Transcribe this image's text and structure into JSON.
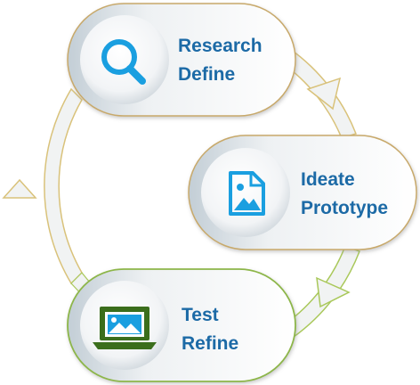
{
  "colors": {
    "label_text": "#1c6aa6",
    "icon_blue": "#1a9fe0",
    "ring_fill": "#f1f3f3",
    "arrow_outline_gold": "#d9c27a",
    "arrow_outline_green": "#a9c85a",
    "pill_border_gold": "#c8a96b",
    "pill_border_green": "#8db64a",
    "laptop_green": "#3b6e1c"
  },
  "steps": [
    {
      "id": "research",
      "icon": "magnifier-icon",
      "line1": "Research",
      "line2": "Define"
    },
    {
      "id": "ideate",
      "icon": "image-file-icon",
      "line1": "Ideate",
      "line2": "Prototype"
    },
    {
      "id": "test",
      "icon": "laptop-image-icon",
      "line1": "Test",
      "line2": "Refine"
    }
  ]
}
